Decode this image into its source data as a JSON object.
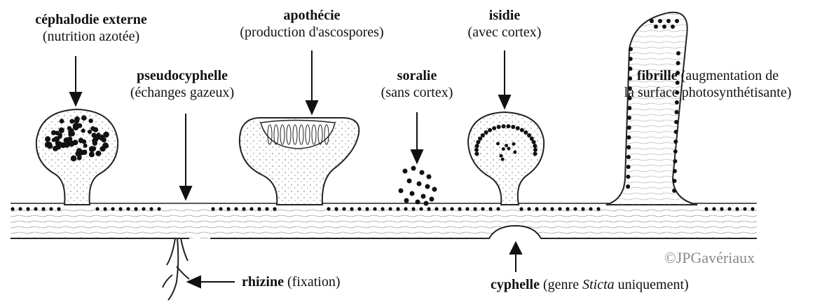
{
  "labels": {
    "cephalodie": {
      "name": "céphalodie externe",
      "desc": "(nutrition azotée)"
    },
    "apothecie": {
      "name": "apothécie",
      "desc": "(production d'ascospores)"
    },
    "isidie": {
      "name": "isidie",
      "desc": "(avec cortex)"
    },
    "pseudocyphelle": {
      "name": "pseudocyphelle",
      "desc": "(échanges gazeux)"
    },
    "soralie": {
      "name": "soralie",
      "desc": "(sans cortex)"
    },
    "fibrille": {
      "name": "fibrille",
      "desc_1": "(augmentation de",
      "desc_2": "la surface photosynthétisante)"
    },
    "rhizine": {
      "name": "rhizine",
      "desc": "(fixation)"
    },
    "cyphelle": {
      "name": "cyphelle",
      "desc_pre": "(genre",
      "genus": "Sticta",
      "desc_post": "uniquement)"
    }
  },
  "credit": "©JPGavériaux"
}
